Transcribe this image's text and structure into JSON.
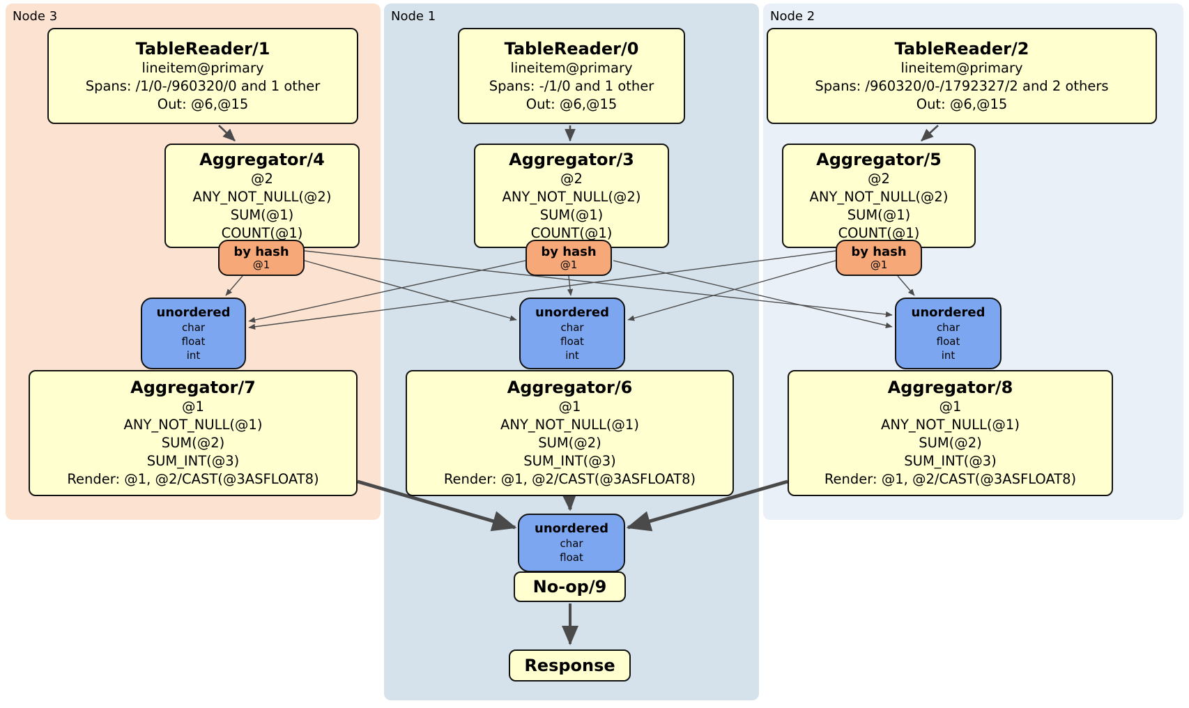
{
  "regions": {
    "node3": {
      "label": "Node 3"
    },
    "node1": {
      "label": "Node 1"
    },
    "node2": {
      "label": "Node 2"
    }
  },
  "colors": {
    "node3_bg": "#fce2d1",
    "node1_bg": "#d5e2eb",
    "node2_bg": "#eaf0f8",
    "processor_fill": "#ffffcf",
    "router_fill": "#f6a879",
    "sync_fill": "#7da6f0",
    "edge": "#4a4a4a",
    "border": "#111111"
  },
  "processors": {
    "tr1": {
      "title": "TableReader/1",
      "lines": [
        "lineitem@primary",
        "Spans: /1/0-/960320/0 and 1 other",
        "Out: @6,@15"
      ]
    },
    "tr0": {
      "title": "TableReader/0",
      "lines": [
        "lineitem@primary",
        "Spans: -/1/0 and 1 other",
        "Out: @6,@15"
      ]
    },
    "tr2": {
      "title": "TableReader/2",
      "lines": [
        "lineitem@primary",
        "Spans: /960320/0-/1792327/2 and 2 others",
        "Out: @6,@15"
      ]
    },
    "agg4": {
      "title": "Aggregator/4",
      "lines": [
        "@2",
        "ANY_NOT_NULL(@2)",
        "SUM(@1)",
        "COUNT(@1)"
      ]
    },
    "agg3": {
      "title": "Aggregator/3",
      "lines": [
        "@2",
        "ANY_NOT_NULL(@2)",
        "SUM(@1)",
        "COUNT(@1)"
      ]
    },
    "agg5": {
      "title": "Aggregator/5",
      "lines": [
        "@2",
        "ANY_NOT_NULL(@2)",
        "SUM(@1)",
        "COUNT(@1)"
      ]
    },
    "agg7": {
      "title": "Aggregator/7",
      "lines": [
        "@1",
        "ANY_NOT_NULL(@1)",
        "SUM(@2)",
        "SUM_INT(@3)",
        "Render: @1, @2/CAST(@3ASFLOAT8)"
      ]
    },
    "agg6": {
      "title": "Aggregator/6",
      "lines": [
        "@1",
        "ANY_NOT_NULL(@1)",
        "SUM(@2)",
        "SUM_INT(@3)",
        "Render: @1, @2/CAST(@3ASFLOAT8)"
      ]
    },
    "agg8": {
      "title": "Aggregator/8",
      "lines": [
        "@1",
        "ANY_NOT_NULL(@1)",
        "SUM(@2)",
        "SUM_INT(@3)",
        "Render: @1, @2/CAST(@3ASFLOAT8)"
      ]
    },
    "noop": {
      "title": "No-op/9"
    },
    "response": {
      "title": "Response"
    }
  },
  "routers": {
    "hash4": {
      "title": "by hash",
      "sub": "@1"
    },
    "hash3": {
      "title": "by hash",
      "sub": "@1"
    },
    "hash5": {
      "title": "by hash",
      "sub": "@1"
    }
  },
  "syncs": {
    "left": {
      "title": "unordered",
      "lines": [
        "char",
        "float",
        "int"
      ]
    },
    "center": {
      "title": "unordered",
      "lines": [
        "char",
        "float",
        "int"
      ]
    },
    "right": {
      "title": "unordered",
      "lines": [
        "char",
        "float",
        "int"
      ]
    },
    "final": {
      "title": "unordered",
      "lines": [
        "char",
        "float"
      ]
    }
  }
}
